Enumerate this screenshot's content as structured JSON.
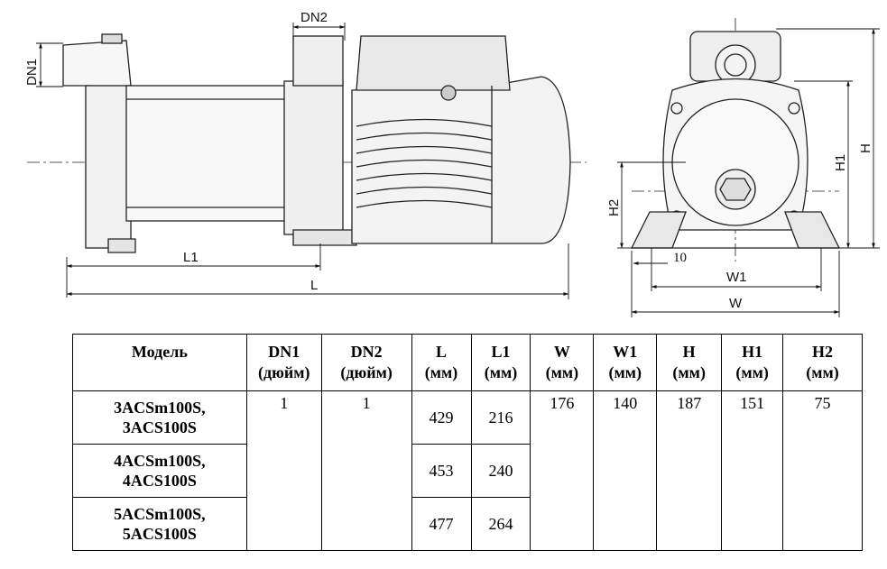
{
  "drawing": {
    "labels": {
      "dn1": "DN1",
      "dn2": "DN2",
      "l1": "L1",
      "l": "L",
      "h": "H",
      "h1": "H1",
      "h2": "H2",
      "w": "W",
      "w1": "W1",
      "ten": "10"
    }
  },
  "table": {
    "headers": [
      {
        "line1": "Модель",
        "line2": ""
      },
      {
        "line1": "DN1",
        "line2": "(дюйм)"
      },
      {
        "line1": "DN2",
        "line2": "(дюйм)"
      },
      {
        "line1": "L",
        "line2": "(мм)"
      },
      {
        "line1": "L1",
        "line2": "(мм)"
      },
      {
        "line1": "W",
        "line2": "(мм)"
      },
      {
        "line1": "W1",
        "line2": "(мм)"
      },
      {
        "line1": "H",
        "line2": "(мм)"
      },
      {
        "line1": "H1",
        "line2": "(мм)"
      },
      {
        "line1": "H2",
        "line2": "(мм)"
      }
    ],
    "rows": [
      {
        "model1": "3ACSm100S,",
        "model2": "3ACS100S",
        "l": "429",
        "l1": "216"
      },
      {
        "model1": "4ACSm100S,",
        "model2": "4ACS100S",
        "l": "453",
        "l1": "240"
      },
      {
        "model1": "5ACSm100S,",
        "model2": "5ACS100S",
        "l": "477",
        "l1": "264"
      }
    ],
    "shared": {
      "dn1": "1",
      "dn2": "1",
      "w": "176",
      "w1": "140",
      "h": "187",
      "h1": "151",
      "h2": "75"
    }
  }
}
